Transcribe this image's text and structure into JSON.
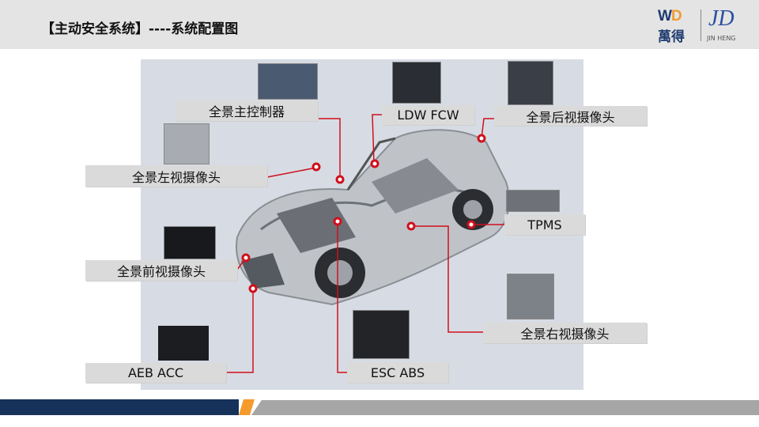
{
  "header": {
    "title": "【主动安全系统】----系统配置图"
  },
  "logo": {
    "wd": "WD",
    "cn": "萬得",
    "jd": "JD",
    "en": "JIN HENG"
  },
  "labels": {
    "main_controller": "全景主控制器",
    "ldw_fcw": "LDW  FCW",
    "rear_camera": "全景后视摄像头",
    "left_camera": "全景左视摄像头",
    "tpms": "TPMS",
    "front_camera": "全景前视摄像头",
    "right_camera": "全景右视摄像头",
    "aeb_acc": "AEB  ACC",
    "esc_abs": "ESC  ABS"
  },
  "colors": {
    "accent": "#d0101c",
    "navy": "#17325a",
    "orange": "#f59a2c"
  }
}
